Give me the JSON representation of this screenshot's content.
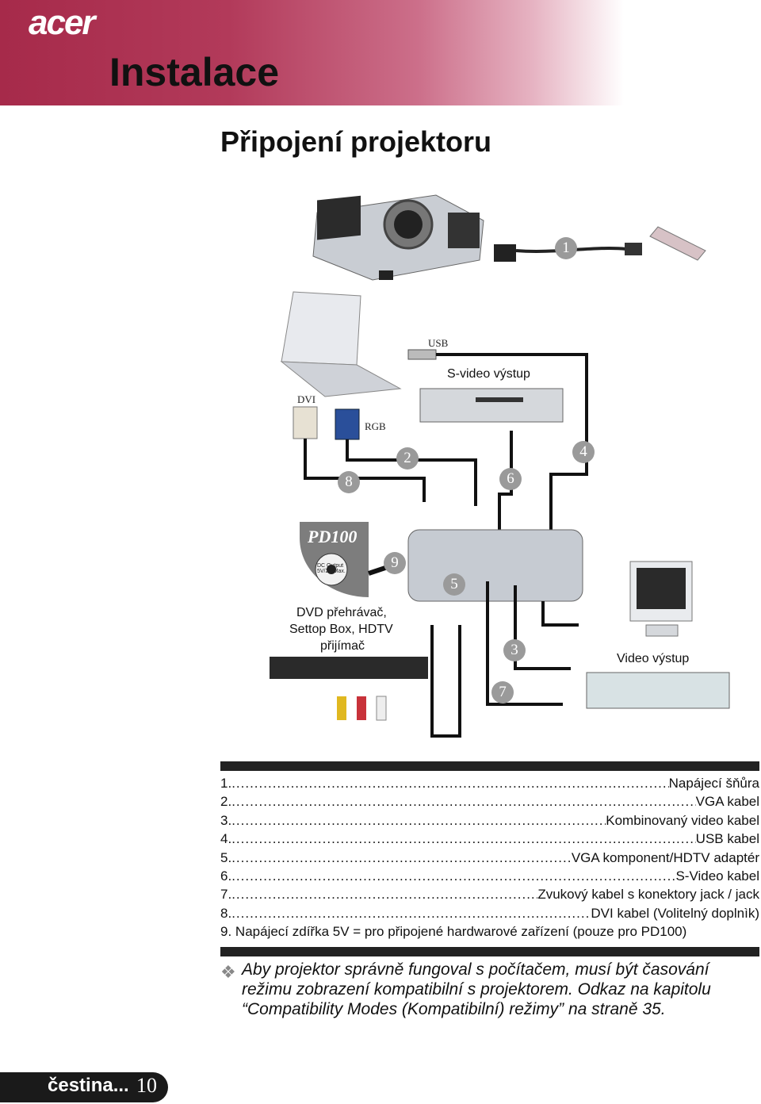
{
  "header": {
    "brand_logo": "acer",
    "chapter_title": "Instalace"
  },
  "section_title": "Připojení projektoru",
  "diagram": {
    "device_labels": {
      "usb": "USB",
      "s_video_out": "S-video výstup",
      "dvi": "DVI",
      "rgb": "RGB",
      "model": "PD100",
      "dvd_line1": "DVD přehrávač,",
      "dvd_line2": "Settop Box, HDTV",
      "dvd_line3": "přijímač",
      "video_out": "Video výstup",
      "dc_out": "DC Output 5V/2A Max."
    },
    "callouts": [
      "1",
      "2",
      "3",
      "4",
      "5",
      "6",
      "7",
      "8",
      "9"
    ]
  },
  "legend": [
    {
      "num": "1.",
      "text": "Napájecí šňůra"
    },
    {
      "num": "2.",
      "text": "VGA kabel"
    },
    {
      "num": "3.",
      "text": "Kombinovaný video kabel"
    },
    {
      "num": "4.",
      "text": "USB kabel"
    },
    {
      "num": "5.",
      "text": "VGA komponent/HDTV adaptér"
    },
    {
      "num": "6.",
      "text": "S-Video kabel"
    },
    {
      "num": "7.",
      "text": "Zvukový kabel s konektory jack / jack"
    },
    {
      "num": "8.",
      "text": "DVI kabel (Volitelný doplnìk)"
    },
    {
      "num": "9.",
      "text": "Napájecí zdířka 5V = pro připojené hardwarové zařízení (pouze pro PD100)"
    }
  ],
  "note": "Aby projektor správně fungoval s počítačem, musí být časování režimu zobrazení kompatibilní s projektorem. Odkaz na kapitolu “Compatibility Modes (Kompatibilní) režimy” na straně 35.",
  "footer": {
    "language": "čestina...",
    "page_number": "10"
  },
  "colors": {
    "header_accent": "#a62a4a",
    "callout": "#9a9a9a",
    "rule": "#222222"
  }
}
